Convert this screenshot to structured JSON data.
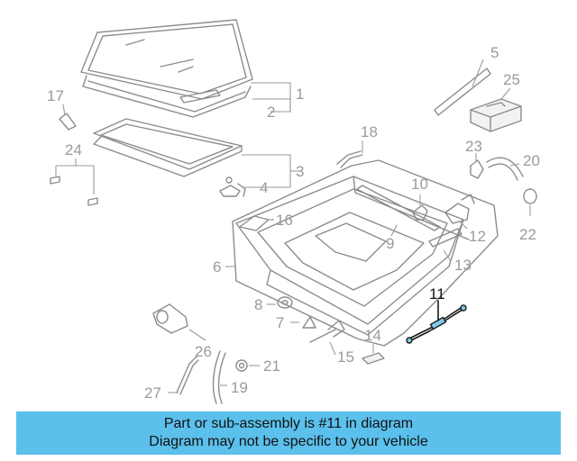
{
  "diagram": {
    "callouts": [
      "1",
      "2",
      "3",
      "4",
      "5",
      "6",
      "7",
      "8",
      "9",
      "10",
      "11",
      "12",
      "13",
      "14",
      "15",
      "16",
      "17",
      "18",
      "19",
      "20",
      "21",
      "22",
      "23",
      "24",
      "25",
      "26",
      "27"
    ],
    "highlighted_part": "11",
    "highlight_color": "#7ec8ee"
  },
  "banner": {
    "line1": "Part or sub-assembly is #11 in diagram",
    "line2": "Diagram may not be specific to your vehicle",
    "background": "#5bc0eb"
  }
}
